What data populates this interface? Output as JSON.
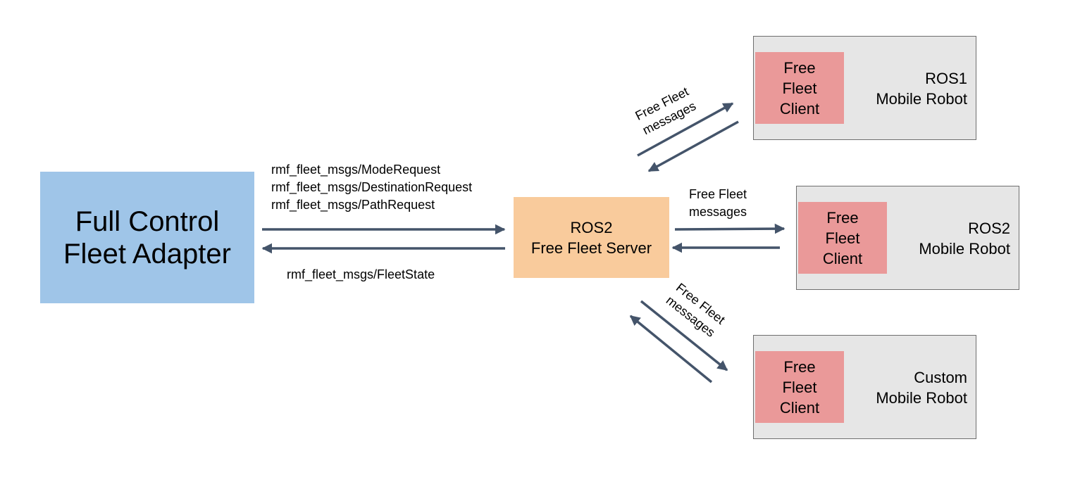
{
  "colors": {
    "adapter": "#9fc5e8",
    "server": "#f9cb9c",
    "robot_bg": "#e6e6e6",
    "client": "#ea9999",
    "arrow": "#44546a"
  },
  "adapter": {
    "line1": "Full Control",
    "line2": "Fleet Adapter"
  },
  "server": {
    "line1": "ROS2",
    "line2": "Free Fleet Server"
  },
  "requests": {
    "mode": "rmf_fleet_msgs/ModeRequest",
    "destination": "rmf_fleet_msgs/DestinationRequest",
    "path": "rmf_fleet_msgs/PathRequest"
  },
  "fleet_state": "rmf_fleet_msgs/FleetState",
  "free_fleet_messages": {
    "line1": "Free Fleet",
    "line2": "messages"
  },
  "robots": [
    {
      "client": [
        "Free",
        "Fleet",
        "Client"
      ],
      "label": [
        "ROS1",
        "Mobile Robot"
      ]
    },
    {
      "client": [
        "Free",
        "Fleet",
        "Client"
      ],
      "label": [
        "ROS2",
        "Mobile Robot"
      ]
    },
    {
      "client": [
        "Free",
        "Fleet",
        "Client"
      ],
      "label": [
        "Custom",
        "Mobile Robot"
      ]
    }
  ]
}
